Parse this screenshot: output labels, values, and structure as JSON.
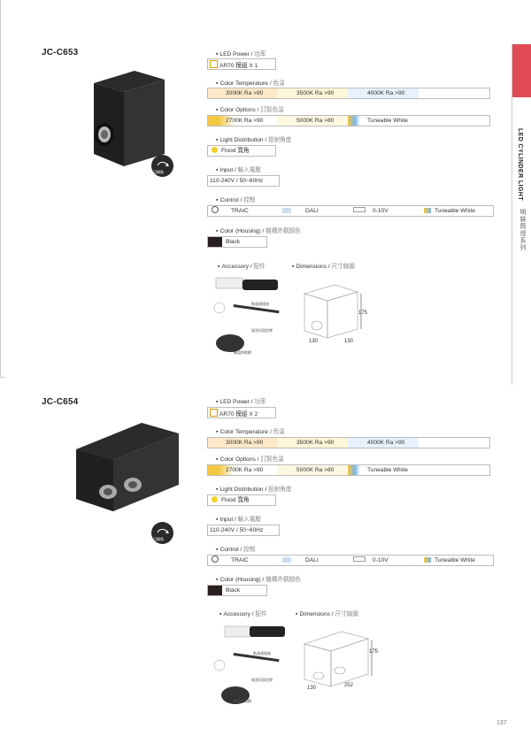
{
  "sidebar": {
    "category": "LED CYLINDER LIGHT",
    "category_cn": "明裝筒燈系列"
  },
  "page_number": "137",
  "products": [
    {
      "model": "JC-C653",
      "adjust_label": "可調角",
      "led_power_label": "LED Power",
      "led_power_cn": "功率",
      "led_power_value": "AR70 模組  X 1",
      "cct_label": "Color Temperature",
      "cct_cn": "色溫",
      "cct": [
        "3000K Ra >90",
        "3500K Ra >90",
        "4000K Ra >90"
      ],
      "color_opt_label": "Color Options",
      "color_opt_cn": "訂製色溫",
      "color_opt": [
        "2700K Ra >90",
        "5000K Ra >80",
        "Tuneable White"
      ],
      "dist_label": "Light Distribution",
      "dist_cn": "投射角度",
      "dist_value": "Flood 寬角",
      "input_label": "Input",
      "input_cn": "輸入電壓",
      "input_value": "110-240V / 50~60Hz",
      "control_label": "Control",
      "control_cn": "控制",
      "control": [
        "TRAIC",
        "DALI",
        "0-10V",
        "Tuneable White"
      ],
      "housing_label": "Color (Housing)",
      "housing_cn": "機構外觀顏色",
      "housing_value": "Black",
      "accessory_label": "Accessory",
      "accessory_cn": "配件",
      "dimensions_label": "Dimensions",
      "dimensions_cn": "尺寸線圖",
      "acc_items": [
        "軌道連接座",
        "吸頂式固定桿",
        "蜂窩防眩網"
      ],
      "dims": {
        "height": "175",
        "width": "130",
        "depth": "130"
      }
    },
    {
      "model": "JC-C654",
      "adjust_label": "可調角",
      "led_power_label": "LED Power",
      "led_power_cn": "功率",
      "led_power_value": "AR70 模組  X 2",
      "cct_label": "Color Temperature",
      "cct_cn": "色溫",
      "cct": [
        "3000K Ra >90",
        "3500K Ra >90",
        "4000K Ra >90"
      ],
      "color_opt_label": "Color Options",
      "color_opt_cn": "訂製色溫",
      "color_opt": [
        "2700K Ra >90",
        "5000K Ra >80",
        "Tuneable White"
      ],
      "dist_label": "Light Distribution",
      "dist_cn": "投射角度",
      "dist_value": "Flood 寬角",
      "input_label": "Input",
      "input_cn": "輸入電壓",
      "input_value": "110-240V / 50~60Hz",
      "control_label": "Control",
      "control_cn": "控制",
      "control": [
        "TRAIC",
        "DALI",
        "0-10V",
        "Tuneable White"
      ],
      "housing_label": "Color (Housing)",
      "housing_cn": "機構外觀顏色",
      "housing_value": "Black",
      "accessory_label": "Accessory",
      "accessory_cn": "配件",
      "dimensions_label": "Dimensions",
      "dimensions_cn": "尺寸線圖",
      "acc_items": [
        "軌道連接座",
        "吸頂式固定桿",
        "蜂窩防眩網"
      ],
      "dims": {
        "height": "175",
        "width": "130",
        "depth": "252"
      }
    }
  ],
  "colors": {
    "accent_red": "#e04a55",
    "cct_3000": "#fde9c8",
    "cct_3500": "#fdf6d8",
    "cct_4000": "#e6f1fb",
    "cct_2700": "#f5c842",
    "cct_5000": "#fdf8e2",
    "housing_black": "#2a1f1f",
    "flood_yellow": "#f5cf2a"
  }
}
